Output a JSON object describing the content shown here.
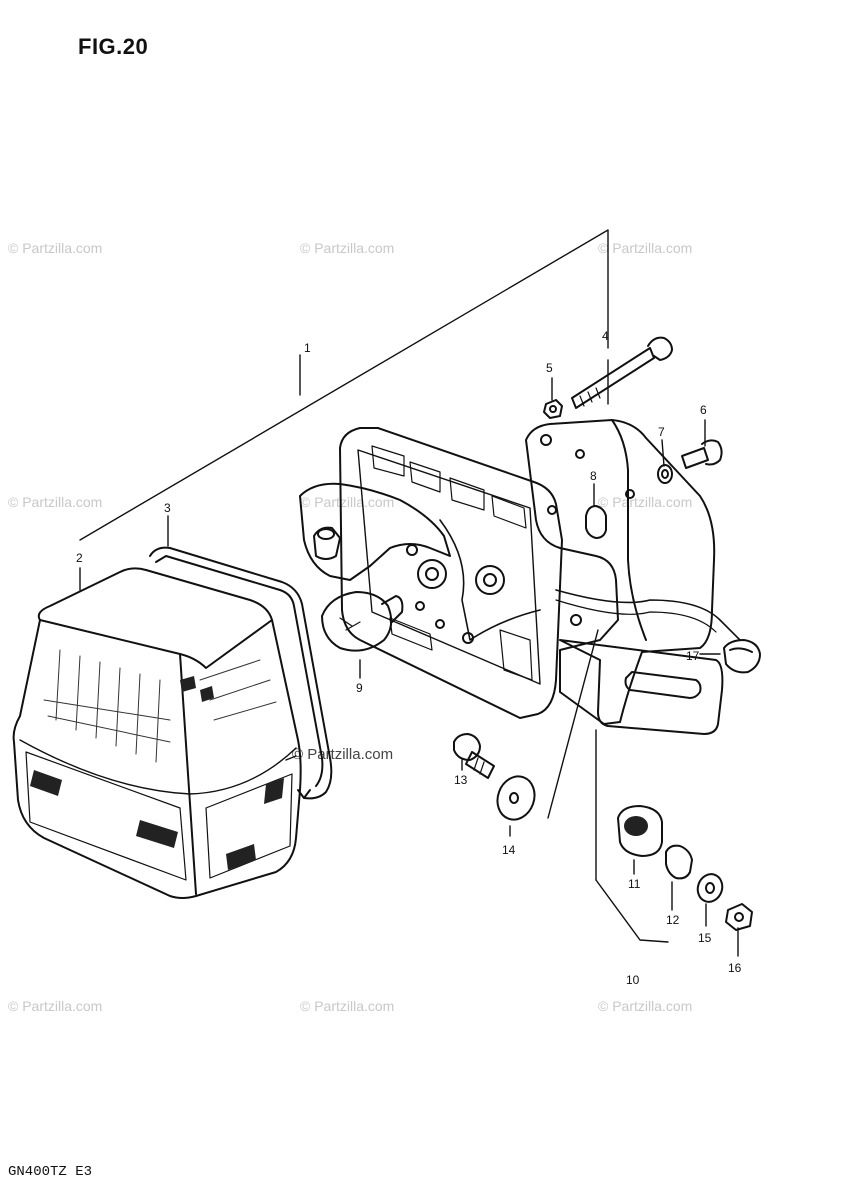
{
  "figure": {
    "title": "FIG.20",
    "model_code": "GN400TZ E3"
  },
  "watermarks": [
    "© Partzilla.com",
    "© Partzilla.com",
    "© Partzilla.com",
    "© Partzilla.com",
    "© Partzilla.com",
    "© Partzilla.com",
    "© Partzilla.com",
    "© Partzilla.com",
    "© Partzilla.com",
    "© Partzilla.com"
  ],
  "parts": [
    {
      "ref": "1"
    },
    {
      "ref": "2"
    },
    {
      "ref": "3"
    },
    {
      "ref": "4"
    },
    {
      "ref": "5"
    },
    {
      "ref": "6"
    },
    {
      "ref": "7"
    },
    {
      "ref": "8"
    },
    {
      "ref": "9"
    },
    {
      "ref": "10"
    },
    {
      "ref": "11"
    },
    {
      "ref": "12"
    },
    {
      "ref": "13"
    },
    {
      "ref": "14"
    },
    {
      "ref": "15"
    },
    {
      "ref": "16"
    },
    {
      "ref": "17"
    }
  ]
}
